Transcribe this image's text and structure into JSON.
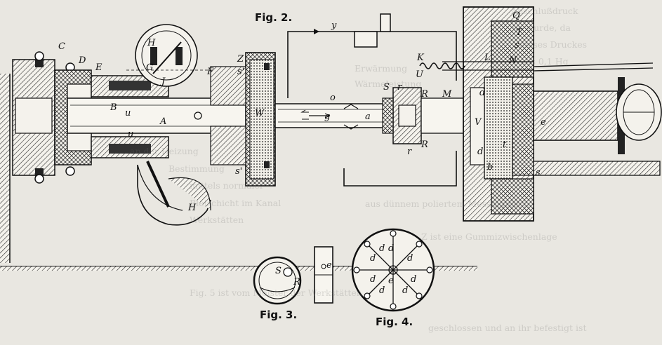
{
  "captions": {
    "fig2": "Fig. 2.",
    "fig3": "Fig. 3.",
    "fig4": "Fig. 4."
  },
  "fig2_labels": {
    "C": "C",
    "D": "D",
    "E": "E",
    "H_top": "H",
    "G": "G",
    "J": "J",
    "F": "F",
    "B": "B",
    "u_1": "u",
    "u_2": "u",
    "A": "A",
    "H_bottom": "H",
    "Z": "Z",
    "s_prime_1": "s'",
    "s_prime_2": "s'",
    "W": "W",
    "y": "y",
    "o": "o",
    "g": "g",
    "a": "a",
    "S": "S",
    "r_1": "r",
    "r_2": "r",
    "R_1": "R",
    "R_2": "R",
    "M": "M",
    "K": "K",
    "U": "U",
    "L": "L",
    "Q": "Q",
    "T": "T",
    "N": "N",
    "s_1": "s",
    "s_2": "s",
    "d_1": "d",
    "d_2": "d",
    "t": "t",
    "b": "b",
    "V": "V",
    "e": "e"
  },
  "fig3_labels": {
    "S": "S",
    "R": "R",
    "e": "e"
  },
  "fig4_labels": {
    "d": "d",
    "e": "e"
  },
  "background_text": [
    "Abschlußdruck",
    "en wurde, da",
    "dieses Druckes",
    "als 0,1 Hg",
    "Erwärmung",
    "Wärmeleistung",
    "an der Heizung",
    "Bestimmung",
    "mittels normaler",
    "Bleischicht im Kanal",
    "Werkstätten",
    "aus dünnem poliertem Messingblech",
    "Z ist eine Gummizwischenlage",
    "Fig. 5 ist vom Meister der Werkstätten",
    "geschlossen und an ihr befestigt ist"
  ]
}
